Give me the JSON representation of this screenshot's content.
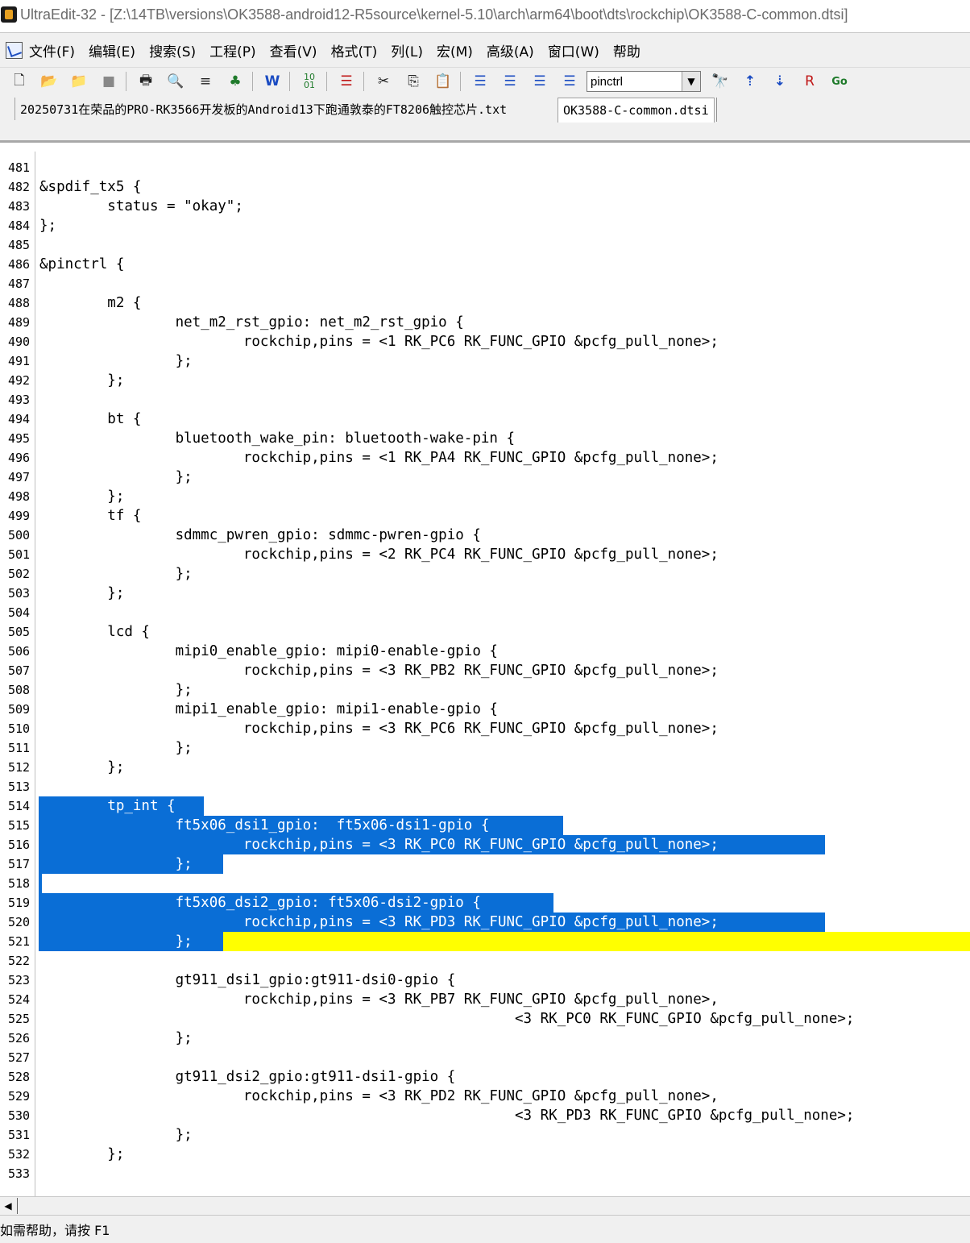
{
  "window": {
    "title": "UltraEdit-32 - [Z:\\14TB\\versions\\OK3588-android12-R5source\\kernel-5.10\\arch\\arm64\\boot\\dts\\rockchip\\OK3588-C-common.dtsi]"
  },
  "menu": {
    "items": [
      "文件(F)",
      "编辑(E)",
      "搜索(S)",
      "工程(P)",
      "查看(V)",
      "格式(T)",
      "列(L)",
      "宏(M)",
      "高级(A)",
      "窗口(W)",
      "帮助"
    ]
  },
  "toolbar": {
    "search_value": "pinctrl",
    "icons": [
      "new-file-icon",
      "open-file-icon",
      "close-file-icon",
      "save-icon",
      "print-icon",
      "print-preview-icon",
      "format-icon",
      "tree-icon",
      "word-wrap-icon",
      "hex-icon",
      "ruler-icon",
      "cut-icon",
      "copy-icon",
      "paste-icon",
      "align-left-icon",
      "align-center-icon",
      "align-right-icon",
      "justify-icon",
      "find-icon",
      "find-next-icon",
      "find-prev-icon",
      "replace-icon",
      "goto-icon"
    ]
  },
  "tabs": [
    {
      "label": "20250731在荣品的PRO-RK3566开发板的Android13下跑通敦泰的FT8206触控芯片.txt",
      "active": false
    },
    {
      "label": "OK3588-C-common.dtsi",
      "active": true
    }
  ],
  "editor": {
    "lines": [
      {
        "num": "481",
        "text": ""
      },
      {
        "num": "482",
        "text": "&spdif_tx5 {"
      },
      {
        "num": "483",
        "text": "        status = \"okay\";"
      },
      {
        "num": "484",
        "text": "};"
      },
      {
        "num": "485",
        "text": ""
      },
      {
        "num": "486",
        "text": "&pinctrl {"
      },
      {
        "num": "487",
        "text": ""
      },
      {
        "num": "488",
        "text": "        m2 {"
      },
      {
        "num": "489",
        "text": "                net_m2_rst_gpio: net_m2_rst_gpio {"
      },
      {
        "num": "490",
        "text": "                        rockchip,pins = <1 RK_PC6 RK_FUNC_GPIO &pcfg_pull_none>;"
      },
      {
        "num": "491",
        "text": "                };"
      },
      {
        "num": "492",
        "text": "        };"
      },
      {
        "num": "493",
        "text": ""
      },
      {
        "num": "494",
        "text": "        bt {"
      },
      {
        "num": "495",
        "text": "                bluetooth_wake_pin: bluetooth-wake-pin {"
      },
      {
        "num": "496",
        "text": "                        rockchip,pins = <1 RK_PA4 RK_FUNC_GPIO &pcfg_pull_none>;"
      },
      {
        "num": "497",
        "text": "                };"
      },
      {
        "num": "498",
        "text": "        };"
      },
      {
        "num": "499",
        "text": "        tf {"
      },
      {
        "num": "500",
        "text": "                sdmmc_pwren_gpio: sdmmc-pwren-gpio {"
      },
      {
        "num": "501",
        "text": "                        rockchip,pins = <2 RK_PC4 RK_FUNC_GPIO &pcfg_pull_none>;"
      },
      {
        "num": "502",
        "text": "                };"
      },
      {
        "num": "503",
        "text": "        };"
      },
      {
        "num": "504",
        "text": ""
      },
      {
        "num": "505",
        "text": "        lcd {"
      },
      {
        "num": "506",
        "text": "                mipi0_enable_gpio: mipi0-enable-gpio {"
      },
      {
        "num": "507",
        "text": "                        rockchip,pins = <3 RK_PB2 RK_FUNC_GPIO &pcfg_pull_none>;"
      },
      {
        "num": "508",
        "text": "                };"
      },
      {
        "num": "509",
        "text": "                mipi1_enable_gpio: mipi1-enable-gpio {"
      },
      {
        "num": "510",
        "text": "                        rockchip,pins = <3 RK_PC6 RK_FUNC_GPIO &pcfg_pull_none>;"
      },
      {
        "num": "511",
        "text": "                };"
      },
      {
        "num": "512",
        "text": "        };"
      },
      {
        "num": "513",
        "text": ""
      },
      {
        "num": "514",
        "text": "        tp_int {",
        "selected": true
      },
      {
        "num": "515",
        "text": "                ft5x06_dsi1_gpio:  ft5x06-dsi1-gpio {",
        "selected": true
      },
      {
        "num": "516",
        "text": "                        rockchip,pins = <3 RK_PC0 RK_FUNC_GPIO &pcfg_pull_none>;",
        "selected": true
      },
      {
        "num": "517",
        "text": "                };",
        "selected": true
      },
      {
        "num": "518",
        "text": "",
        "selected": true
      },
      {
        "num": "519",
        "text": "                ft5x06_dsi2_gpio: ft5x06-dsi2-gpio {",
        "selected": true
      },
      {
        "num": "520",
        "text": "                        rockchip,pins = <3 RK_PD3 RK_FUNC_GPIO &pcfg_pull_none>;",
        "selected": true
      },
      {
        "num": "521",
        "text": "                };",
        "selected": true,
        "cursor_line": true
      },
      {
        "num": "522",
        "text": ""
      },
      {
        "num": "523",
        "text": "                gt911_dsi1_gpio:gt911-dsi0-gpio {"
      },
      {
        "num": "524",
        "text": "                        rockchip,pins = <3 RK_PB7 RK_FUNC_GPIO &pcfg_pull_none>,"
      },
      {
        "num": "525",
        "text": "                                                        <3 RK_PC0 RK_FUNC_GPIO &pcfg_pull_none>;"
      },
      {
        "num": "526",
        "text": "                };"
      },
      {
        "num": "527",
        "text": ""
      },
      {
        "num": "528",
        "text": "                gt911_dsi2_gpio:gt911-dsi1-gpio {"
      },
      {
        "num": "529",
        "text": "                        rockchip,pins = <3 RK_PD2 RK_FUNC_GPIO &pcfg_pull_none>,"
      },
      {
        "num": "530",
        "text": "                                                        <3 RK_PD3 RK_FUNC_GPIO &pcfg_pull_none>;"
      },
      {
        "num": "531",
        "text": "                };"
      },
      {
        "num": "532",
        "text": "        };"
      },
      {
        "num": "533",
        "text": ""
      }
    ]
  },
  "statusbar": {
    "text": "如需帮助，请按 F1"
  },
  "colors": {
    "selection": "#0a6ed6",
    "cursor_line": "#ffff00"
  }
}
